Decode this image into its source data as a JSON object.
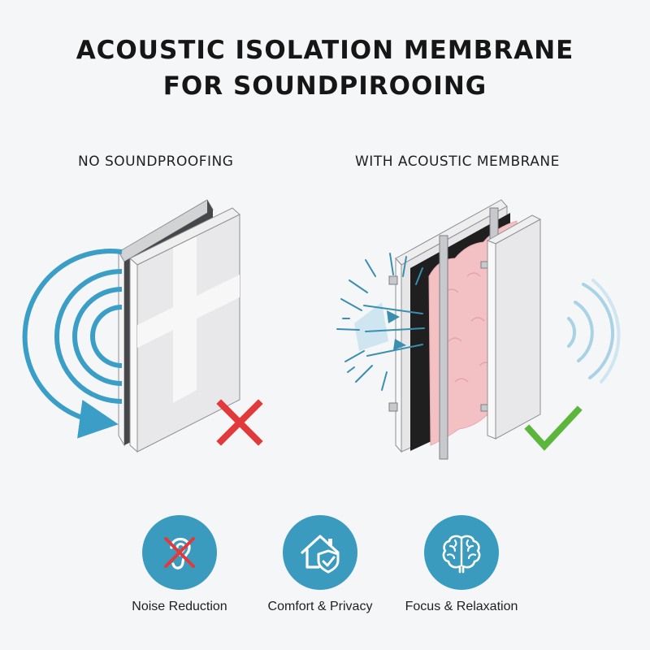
{
  "title": {
    "line1": "ACOUSTIC ISOLATION MEMBRANE",
    "line2": "FOR SOUNDPIROOING"
  },
  "panels": {
    "left": {
      "label": "NO SOUNDPROOFING",
      "status_icon": "red-x-icon"
    },
    "right": {
      "label": "WITH ACOUSTIC MEMBRANE",
      "status_icon": "green-check-icon"
    }
  },
  "benefits": [
    {
      "label": "Noise Reduction",
      "icon": "crossed-ear-icon"
    },
    {
      "label": "Comfort & Privacy",
      "icon": "house-shield-icon"
    },
    {
      "label": "Focus & Relaxation",
      "icon": "brain-icon"
    }
  ],
  "colors": {
    "sound_wave": "#3a9ec6",
    "benefit_circle": "#3a9bbf",
    "cross": "#e23a3a",
    "check": "#5cb63c",
    "insulation": "#f3c1c4",
    "membrane": "#1f1f1f"
  }
}
